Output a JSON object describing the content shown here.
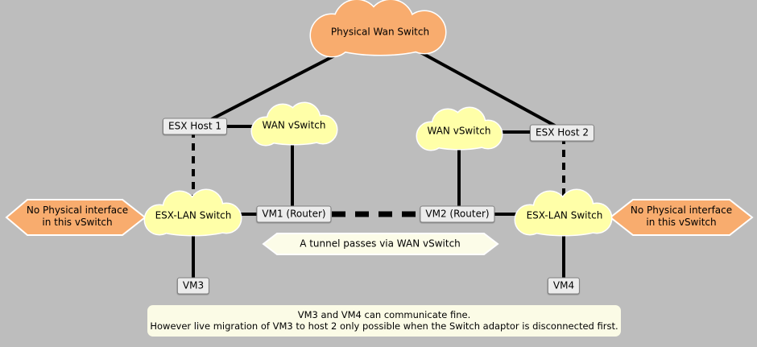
{
  "colors": {
    "background": "#BDBDBD",
    "cloud_orange": "#F8AC6E",
    "cloud_yellow": "#FFFFA8",
    "banner_ivory": "#FCFCE8",
    "note_background": "#FBFBE6",
    "node_box_background": "#ECECEC",
    "line_color": "#000000"
  },
  "nodes": {
    "physical_wan_switch": "Physical Wan Switch",
    "esx_host_1": "ESX Host 1",
    "esx_host_2": "ESX Host 2",
    "wan_vswitch_1": "WAN vSwitch",
    "wan_vswitch_2": "WAN vSwitch",
    "esx_lan_switch_1": "ESX-LAN Switch",
    "esx_lan_switch_2": "ESX-LAN Switch",
    "vm1": "VM1 (Router)",
    "vm2": "VM2 (Router)",
    "vm3": "VM3",
    "vm4": "VM4"
  },
  "callouts": {
    "no_physical_interface_left": {
      "line1": "No Physical interface",
      "line2": "in this vSwitch"
    },
    "no_physical_interface_right": {
      "line1": "No Physical interface",
      "line2": "in this vSwitch"
    },
    "tunnel_banner": "A tunnel passes via WAN vSwitch"
  },
  "note": {
    "line1": "VM3 and VM4 can communicate fine.",
    "line2": "However live migration of VM3 to host 2 only possible when the Switch adaptor is disconnected first."
  }
}
